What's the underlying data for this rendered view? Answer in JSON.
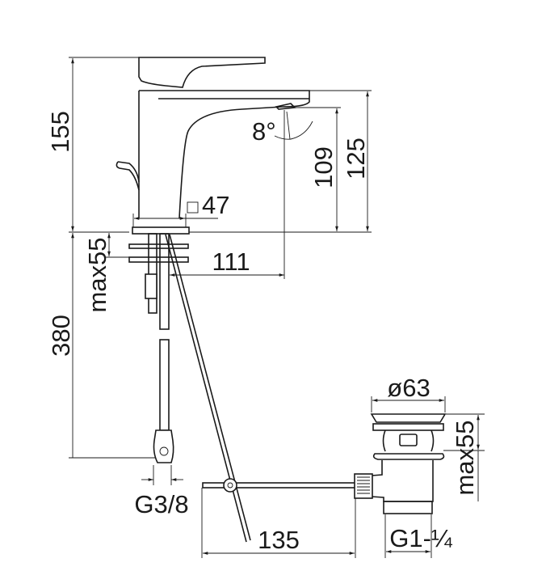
{
  "title": "Basin mixer technical drawing",
  "dimensions": {
    "total_height": "155",
    "spout_height": "125",
    "outlet_height": "109",
    "spout_angle": "8°",
    "base_square": "47",
    "spout_reach": "111",
    "max_deck_left": "max55",
    "hose_length": "380",
    "hose_thread": "G3/8",
    "waste_diameter": "ø63",
    "max_deck_right": "max55",
    "rod_length": "135",
    "waste_thread": "G1-¼"
  }
}
